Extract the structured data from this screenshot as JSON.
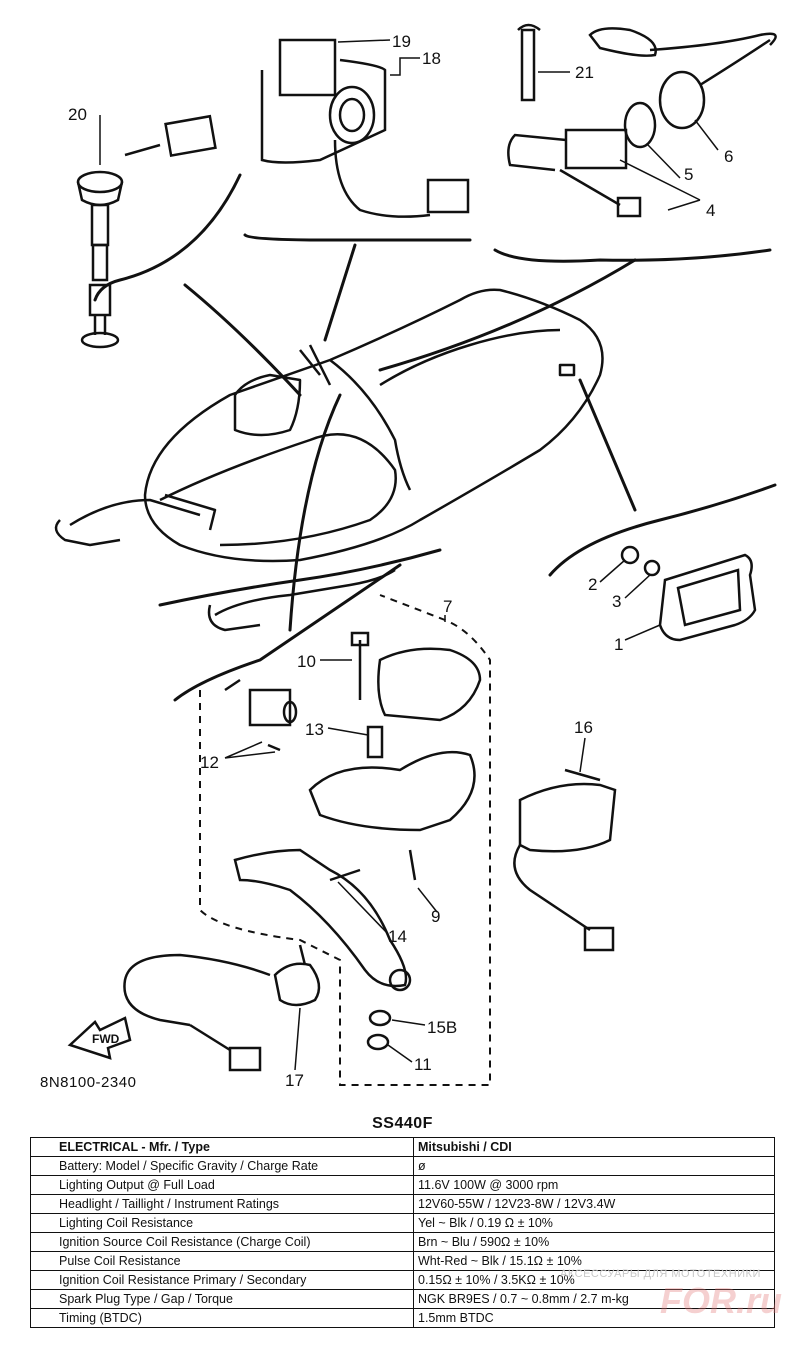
{
  "callouts": {
    "n1": "1",
    "n2": "2",
    "n3": "3",
    "n4": "4",
    "n5": "5",
    "n6": "6",
    "n7": "7",
    "n9": "9",
    "n10": "10",
    "n11": "11",
    "n12": "12",
    "n13": "13",
    "n14": "14",
    "n15b": "15B",
    "n16": "16",
    "n17": "17",
    "n18": "18",
    "n19": "19",
    "n20": "20",
    "n21": "21"
  },
  "fwd_label": "FWD",
  "drawing_code": "8N8100-2340",
  "spec_table": {
    "title": "SS440F",
    "header": [
      "ELECTRICAL - Mfr. / Type",
      "Mitsubishi / CDI"
    ],
    "rows": [
      [
        "Battery: Model / Specific Gravity / Charge Rate",
        "ø"
      ],
      [
        "Lighting Output @ Full Load",
        "11.6V 100W @ 3000 rpm"
      ],
      [
        "Headlight / Taillight / Instrument Ratings",
        "12V60-55W / 12V23-8W / 12V3.4W"
      ],
      [
        "Lighting Coil Resistance",
        "Yel ~ Blk / 0.19 Ω ± 10%"
      ],
      [
        "Ignition Source Coil Resistance (Charge Coil)",
        "Brn ~ Blu / 590Ω ± 10%"
      ],
      [
        "Pulse Coil Resistance",
        "Wht-Red ~ Blk / 15.1Ω ± 10%"
      ],
      [
        "Ignition Coil Resistance Primary / Secondary",
        "0.15Ω ± 10% / 3.5KΩ ± 10%"
      ],
      [
        "Spark Plug Type / Gap / Torque",
        "NGK BR9ES / 0.7 ~ 0.8mm / 2.7 m-kg"
      ],
      [
        "Timing (BTDC)",
        "1.5mm BTDC"
      ]
    ]
  },
  "watermark": {
    "text": "АКСЕССУАРЫ ДЛЯ МОТОТЕХНИКИ",
    "logo": "FOR.ru"
  }
}
